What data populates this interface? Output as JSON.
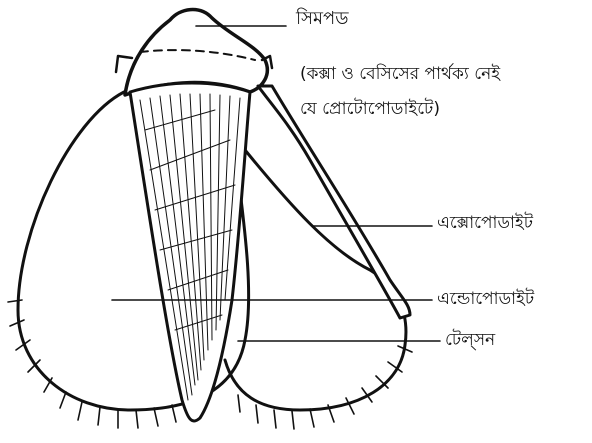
{
  "labels": {
    "sympod": "সিমপড",
    "note_line1": "(কক্সা ও বেসিসের পার্থক্য নেই",
    "note_line2": "যে প্রোটোপোডাইটে)",
    "exopodite": "এক্সোপোডাইট",
    "endopodite": "এন্ডোপোডাইট",
    "telson": "টেল্‌সন"
  },
  "colors": {
    "ink": "#111111",
    "paper": "#ffffff"
  }
}
